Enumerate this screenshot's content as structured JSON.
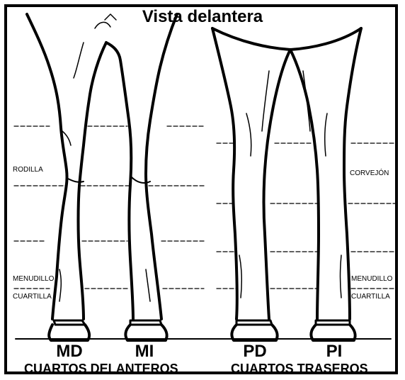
{
  "title": "Vista delantera",
  "legs": {
    "md": "MD",
    "mi": "MI",
    "pd": "PD",
    "pi": "PI"
  },
  "groups": {
    "front": "CUARTOS DELANTEROS",
    "hind": "CUARTOS TRASEROS"
  },
  "labels": {
    "rodilla": "RODILLA",
    "corvejon": "CORVEJÓN",
    "menudillo_left": "MENUDILLO",
    "cuartilla_left": "CUARTILLA",
    "menudillo_right": "MENUDILLO",
    "cuartilla_right": "CUARTILLA"
  }
}
